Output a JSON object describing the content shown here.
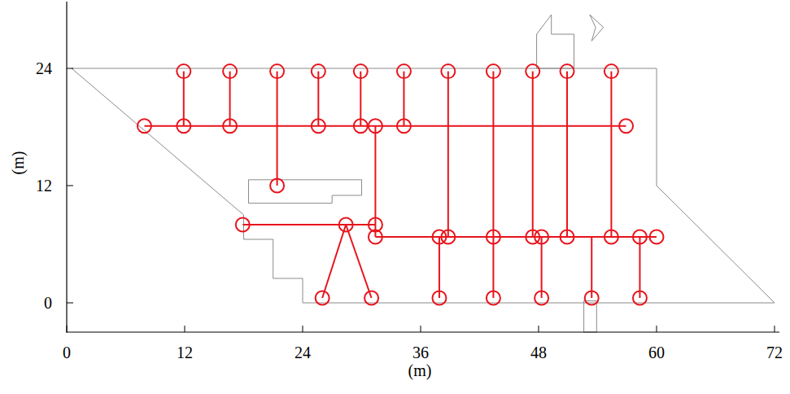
{
  "diagram": {
    "labels": [
      "24",
      "(m)",
      "12",
      "0",
      "0",
      "12",
      "24",
      "36",
      "48",
      "60",
      "72",
      "(m)"
    ]
  }
}
